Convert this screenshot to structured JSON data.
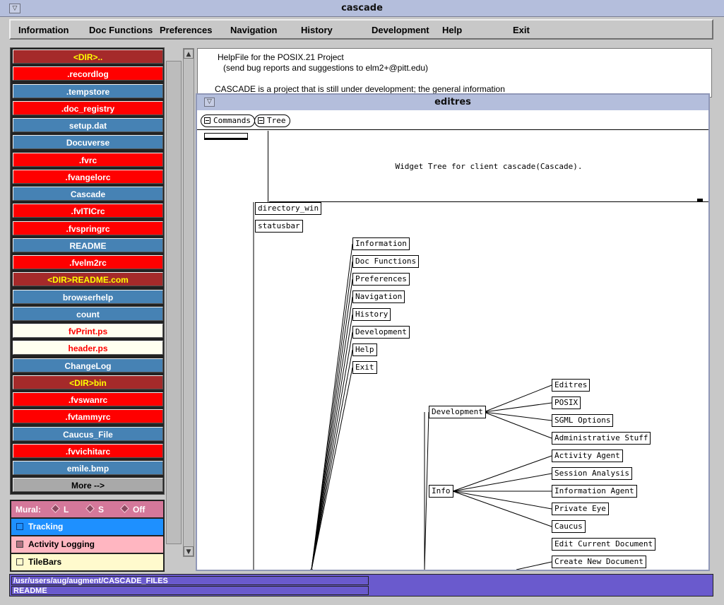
{
  "window": {
    "title": "cascade"
  },
  "menu": [
    "Information",
    "Doc Functions",
    "Preferences",
    "Navigation",
    "History",
    "Development",
    "Help",
    "Exit"
  ],
  "files": [
    {
      "label": "<DIR>..",
      "type": "dir"
    },
    {
      "label": ".recordlog",
      "type": "red"
    },
    {
      "label": ".tempstore",
      "type": "blue"
    },
    {
      "label": ".doc_registry",
      "type": "red"
    },
    {
      "label": "setup.dat",
      "type": "blue"
    },
    {
      "label": "Docuverse",
      "type": "blue"
    },
    {
      "label": ".fvrc",
      "type": "red"
    },
    {
      "label": ".fvangelorc",
      "type": "red"
    },
    {
      "label": "Cascade",
      "type": "blue"
    },
    {
      "label": ".fvITICrc",
      "type": "red"
    },
    {
      "label": ".fvspringrc",
      "type": "red"
    },
    {
      "label": "README",
      "type": "blue"
    },
    {
      "label": ".fvelm2rc",
      "type": "red"
    },
    {
      "label": "<DIR>README.com",
      "type": "dir"
    },
    {
      "label": "browserhelp",
      "type": "blue"
    },
    {
      "label": "count",
      "type": "blue"
    },
    {
      "label": "fvPrint.ps",
      "type": "cream"
    },
    {
      "label": "header.ps",
      "type": "cream"
    },
    {
      "label": "ChangeLog",
      "type": "blue"
    },
    {
      "label": "<DIR>bin",
      "type": "dir"
    },
    {
      "label": ".fvswanrc",
      "type": "red"
    },
    {
      "label": ".fvtammyrc",
      "type": "red"
    },
    {
      "label": "Caucus_File",
      "type": "blue"
    },
    {
      "label": ".fvvichitarc",
      "type": "red"
    },
    {
      "label": "emile.bmp",
      "type": "blue"
    },
    {
      "label": "More -->",
      "type": "more"
    }
  ],
  "mural": {
    "label": "Mural:",
    "options": [
      "L",
      "S",
      "Off"
    ]
  },
  "modes": {
    "tracking": "Tracking",
    "activity_logging": "Activity Logging",
    "tilebars": "TileBars"
  },
  "helpfile": {
    "line1": "HelpFile for the POSIX.21 Project",
    "line2": "(send bug reports and suggestions to elm2+@pitt.edu)",
    "line3": "CASCADE is a project that is still under development; the general information"
  },
  "editres": {
    "title": "editres",
    "commands_label": "Commands",
    "tree_label": "Tree",
    "message": "Widget Tree for client cascade(Cascade).",
    "nodes": {
      "directory_win": "directory_win",
      "statusbar": "statusbar",
      "menu_children": [
        "Information",
        "Doc Functions",
        "Preferences",
        "Navigation",
        "History",
        "Development",
        "Help",
        "Exit"
      ],
      "development": "Development",
      "development_children": [
        "Editres",
        "POSIX",
        "SGML Options",
        "Administrative Stuff"
      ],
      "info": "Info",
      "info_children": [
        "Activity Agent",
        "Session Analysis",
        "Information Agent",
        "Private Eye",
        "Caucus"
      ],
      "doc_children": [
        "Edit Current Document",
        "Create New Document"
      ]
    }
  },
  "status": {
    "path": "/usr/users/aug/augment/CASCADE_FILES",
    "file": "README"
  }
}
